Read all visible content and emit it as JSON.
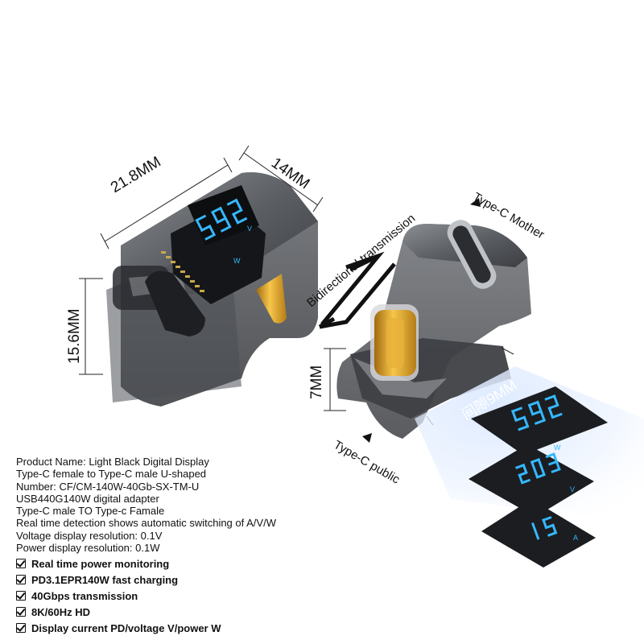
{
  "dimensions": {
    "width_top": "21.8MM",
    "depth_top": "14MM",
    "height_left": "15.6MM",
    "height_right": "7MM",
    "gap": "间隙9MM"
  },
  "labels": {
    "bidirectional": "Bidirectional transmission",
    "mother": "Type-C Mother",
    "public": "Type-C public"
  },
  "product_info": [
    "Product Name: Light Black Digital Display",
    "Type-C female to Type-C male U-shaped",
    "Number: CF/CM-140W-40Gb-SX-TM-U",
    "USB440G140W digital adapter",
    "Type-C male TO Type-c Famale",
    "Real time detection shows automatic switching of A/V/W",
    "Voltage display resolution: 0.1V",
    "Power display resolution: 0.1W"
  ],
  "features": [
    "Real time power monitoring",
    "PD3.1EPR140W fast charging",
    "40Gbps transmission",
    "8K/60Hz HD",
    "Display current PD/voltage V/power W"
  ],
  "display_units": {
    "top_left": "V",
    "top_right": "W",
    "card_1": "W",
    "card_2": "V",
    "card_3": "A"
  },
  "colors": {
    "digit": "#35b8ff",
    "shell": "#5d6065",
    "dark": "#1a1c1f"
  }
}
